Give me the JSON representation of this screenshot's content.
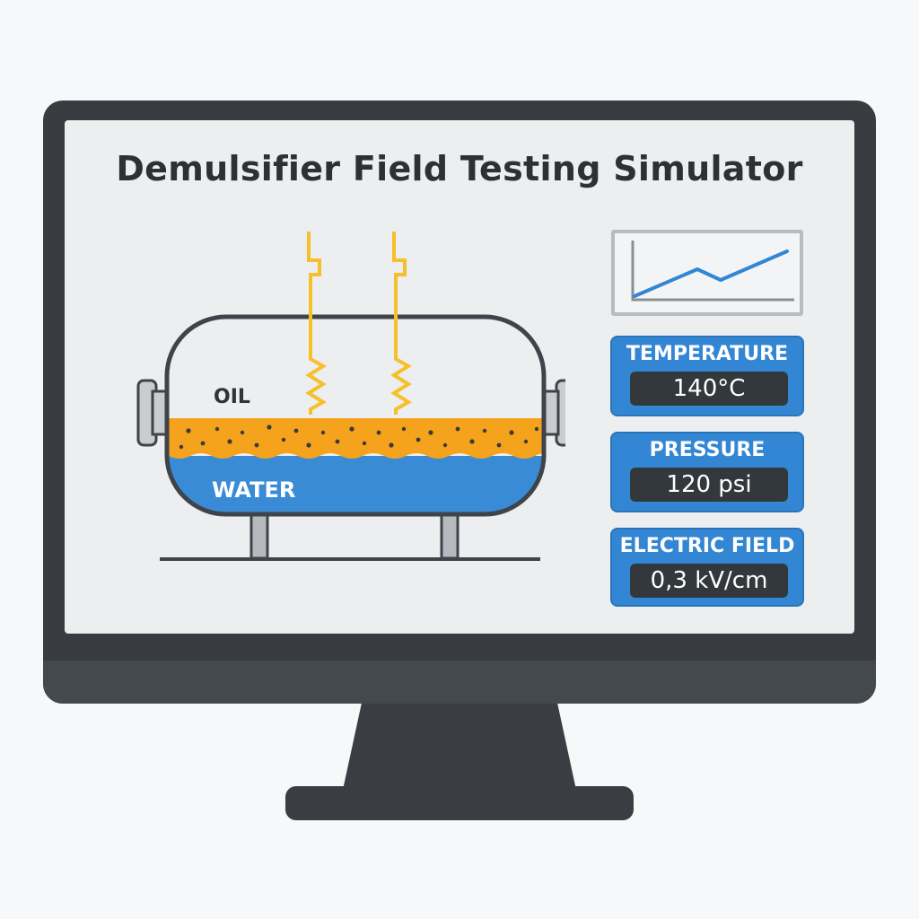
{
  "app": {
    "title": "Demulsifier Field Testing Simulator"
  },
  "separator": {
    "oil_label": "OIL",
    "water_label": "WATER",
    "colors": {
      "oil_layer": "#f5a21c",
      "water_layer": "#3a8bd6",
      "heater": "#f5c02a",
      "vessel_outline": "#3e4449"
    }
  },
  "readouts": {
    "temperature": {
      "label": "TEMPERATURE",
      "value": "140°C"
    },
    "pressure": {
      "label": "PRESSURE",
      "value": "120 psi"
    },
    "electric_field": {
      "label": "ELECTRIC FIELD",
      "value": "0,3 kV/cm"
    }
  },
  "icons": {
    "trend": "line-chart-icon",
    "heater": "heating-element-icon"
  },
  "colors": {
    "accent": "#3286d4",
    "value_box": "#33383d",
    "bezel": "#383c40"
  }
}
